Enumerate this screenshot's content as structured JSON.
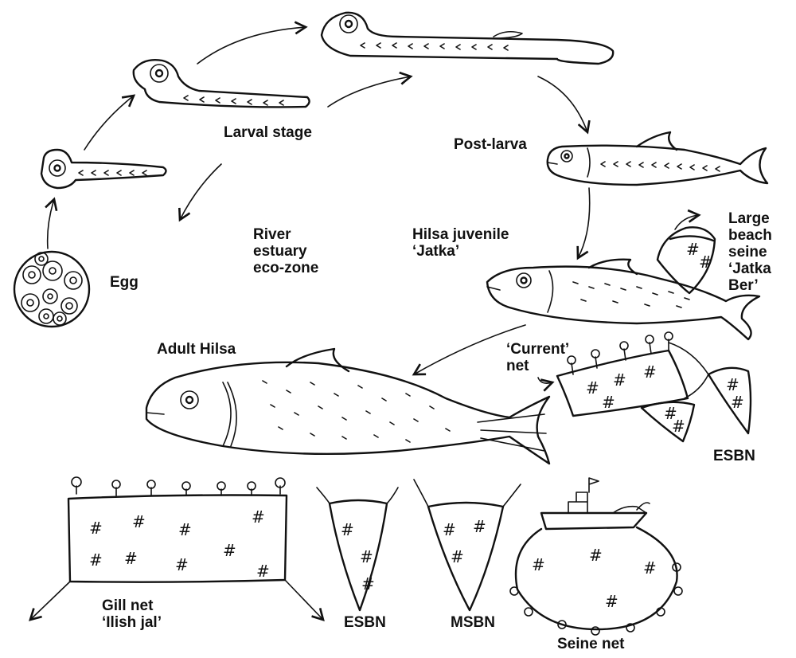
{
  "labels": {
    "larval_stage": "Larval stage",
    "post_larva": "Post-larva",
    "large_beach_seine": [
      "Large",
      "beach",
      "seine",
      "‘Jatka",
      "Ber’"
    ],
    "river_estuary": [
      "River",
      "estuary",
      "eco-zone"
    ],
    "hilsa_juvenile": [
      "Hilsa juvenile",
      "‘Jatka’"
    ],
    "egg": "Egg",
    "adult_hilsa": "Adult Hilsa",
    "current_net": [
      "‘Current’",
      "net"
    ],
    "esbn_upper": "ESBN",
    "gill_net": [
      "Gill net",
      "‘Ilish jal’"
    ],
    "esbn_lower": "ESBN",
    "msbn": "MSBN",
    "seine_net": "Seine net"
  },
  "hash_mark": "#"
}
